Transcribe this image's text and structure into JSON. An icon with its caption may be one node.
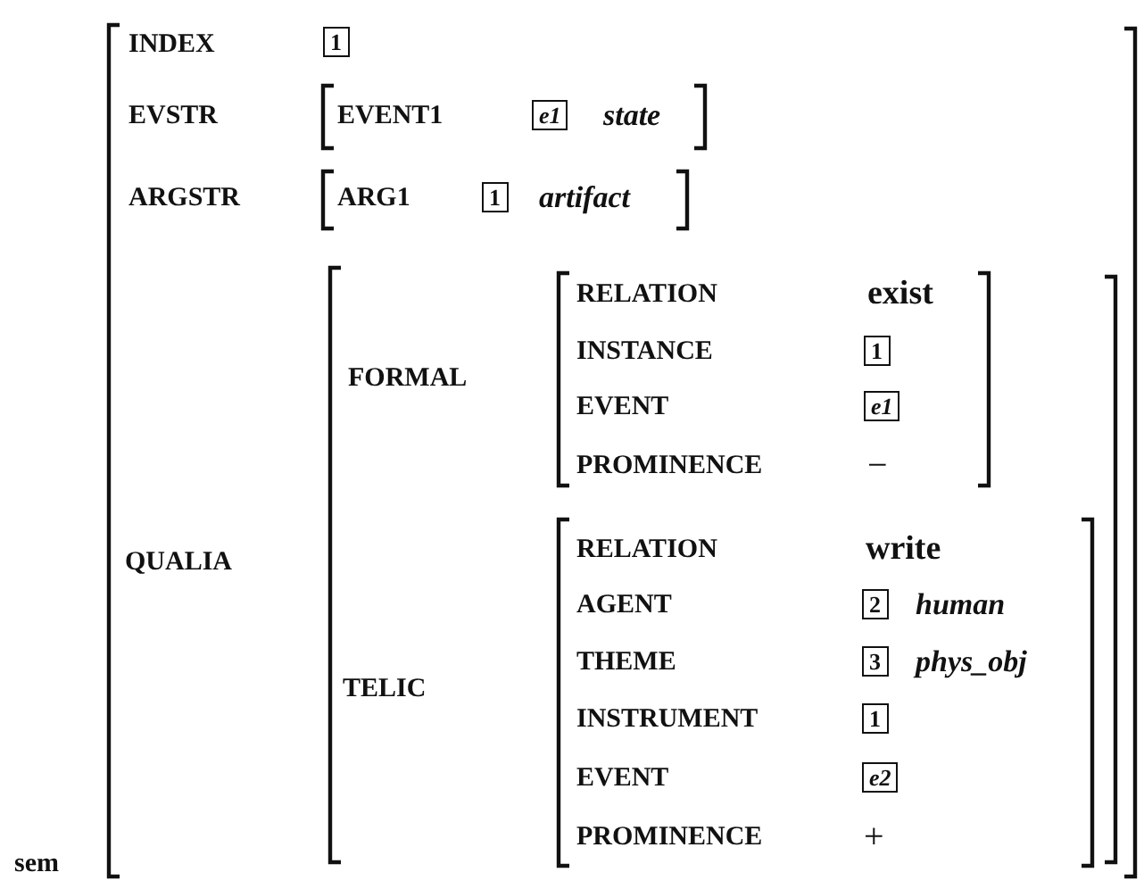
{
  "diagram": {
    "nodes": [
      {
        "text": [
          "1"
        ]
      },
      {
        "text": [
          "e1"
        ]
      },
      {
        "text": [
          "1"
        ]
      },
      {
        "text": [
          "1"
        ]
      },
      {
        "text": [
          "e1"
        ]
      },
      {
        "text": [
          "2"
        ]
      },
      {
        "text": [
          "3"
        ]
      },
      {
        "text": [
          "1"
        ]
      },
      {
        "text": [
          "e2"
        ]
      }
    ],
    "labels": [
      "INDEX",
      "EVSTR",
      "EVENT1",
      "state",
      "ARGSTR",
      "ARG1",
      "artifact",
      "RELATION",
      "exist",
      "FORMAL",
      "INSTANCE",
      "EVENT",
      "PROMINENCE",
      "−",
      "QUALIA",
      "RELATION",
      "write",
      "AGENT",
      "human",
      "THEME",
      "phys_obj",
      "TELIC",
      "INSTRUMENT",
      "EVENT",
      "PROMINENCE",
      "+",
      "sem"
    ]
  }
}
